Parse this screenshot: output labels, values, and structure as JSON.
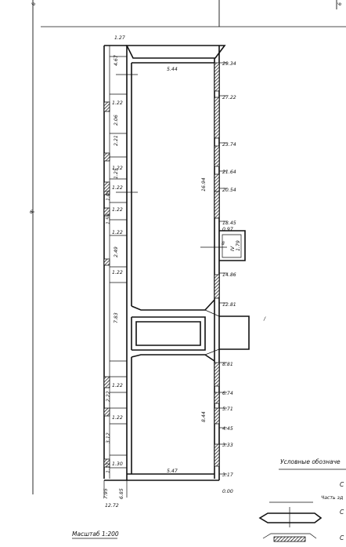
{
  "top_left_mark": "6",
  "top_right_mark": "6",
  "right_dims": [
    "29.34",
    "27.22",
    "23.74",
    "21.64",
    "20.54",
    "18.45",
    "0.97",
    "14.86",
    "12.81",
    "8.81",
    "6.74",
    "5.71",
    "4.45",
    "3.33",
    "3.17",
    "0.00"
  ],
  "left_dims": [
    "1.27",
    "4.67",
    "1.22",
    "2.06",
    "2.21",
    "1.22",
    "1.25",
    "1.22",
    "1.05",
    "1.22",
    "1.59",
    "1.22",
    "2.49",
    "1.22",
    "7.83",
    "1.22",
    "2.22",
    "1.22",
    "3.12",
    "1.17",
    "1.30"
  ],
  "room_labels": {
    "top_width": "5.44",
    "bottom_width": "5.47",
    "upper_height": "16.94",
    "lower_height": "8.44"
  },
  "annex": {
    "label": "IV",
    "dim": "1.79",
    "mark": "8"
  },
  "bottom_dims": [
    "7.95",
    "6.85",
    "12.72"
  ],
  "left_tick": "6",
  "scale_label": "Масштаб  1:200",
  "legend_title": "Условные обозначе",
  "legend_item": "Часть зд",
  "legend_letter": "C"
}
